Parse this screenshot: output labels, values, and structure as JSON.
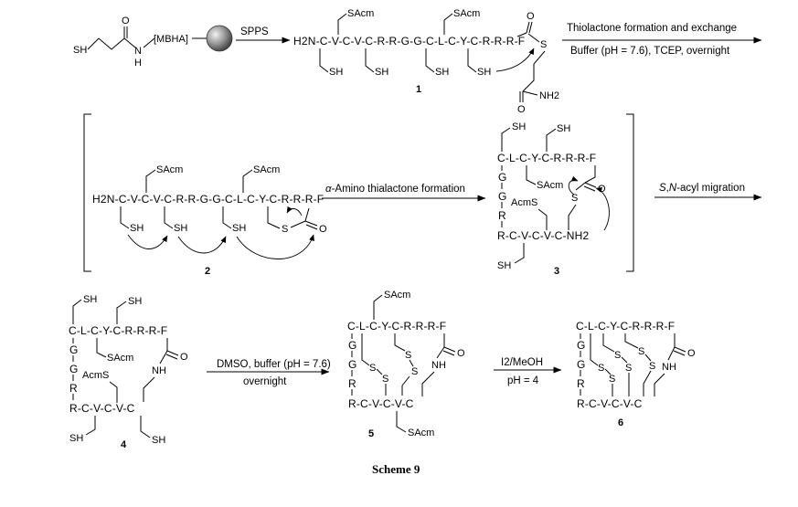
{
  "caption": "Scheme 9",
  "compound_numbers": [
    "1",
    "2",
    "3",
    "4",
    "5",
    "6"
  ],
  "reagents": {
    "resin": "[MBHA]",
    "SH": "SH",
    "carbonyl_O": "O",
    "amide_N": "N",
    "amide_H": "H",
    "NH2": "NH2"
  },
  "conditions": {
    "step1": "SPPS",
    "step2_top": "Thiolactone formation and exchange",
    "step2_bottom": "Buffer (pH = 7.6), TCEP, overnight",
    "step3_alpha": "α",
    "step3": "-Amino thialactone formation",
    "step4_S": "S",
    "step4_N": "N",
    "step4_rest": "-acyl migration",
    "step5_top": "DMSO, buffer (pH = 7.6)",
    "step5_bottom": "overnight",
    "step6_top": "I2/MeOH",
    "step6_bottom": "pH = 4"
  },
  "compound1": {
    "sequence": "H2N-C-V-C-V-C-R-R-G-G-C-L-C-Y-C-R-R-R-F",
    "side_top": [
      "SAcm",
      "SAcm"
    ],
    "side_bottom": [
      "SH",
      "SH",
      "SH",
      "SH"
    ],
    "thioester_S": "S",
    "amide": "NH2"
  },
  "compound2": {
    "sequence": "H2N-C-V-C-V-C-R-R-G-G-C-L-C-Y-C-R-R-R-F",
    "side_top": [
      "SAcm",
      "SAcm"
    ],
    "side_bottom": [
      "SH",
      "SH",
      "SH"
    ],
    "thioester_S": "S",
    "O": "O"
  },
  "compound3": {
    "top_chain": "C-L-C-Y-C-R-R-R-F",
    "bottom_chain": "R-C-V-C-V-C-NH2",
    "side_SH": [
      "SH",
      "SH",
      "SH"
    ],
    "side_SAcm": "SAcm",
    "side_AcmS": "AcmS",
    "S": "S",
    "O": "O"
  },
  "compound4": {
    "top_chain": "C-L-C-Y-C-R-R-R-F",
    "bottom_chain": "R-C-V-C-V-C",
    "side_SH": [
      "SH",
      "SH",
      "SH",
      "SH"
    ],
    "side_SAcm": "SAcm",
    "side_AcmS": "AcmS",
    "NH": "NH",
    "O": "O"
  },
  "compound5": {
    "top_chain": "C-L-C-Y-C-R-R-R-F",
    "bottom_chain": "R-C-V-C-V-C",
    "side_SAcm": [
      "SAcm",
      "SAcm"
    ],
    "S": "S",
    "NH": "NH",
    "O": "O"
  },
  "compound6": {
    "top_chain": "C-L-C-Y-C-R-R-R-F",
    "bottom_chain": "R-C-V-C-V-C",
    "S": "S",
    "NH": "NH",
    "O": "O"
  }
}
